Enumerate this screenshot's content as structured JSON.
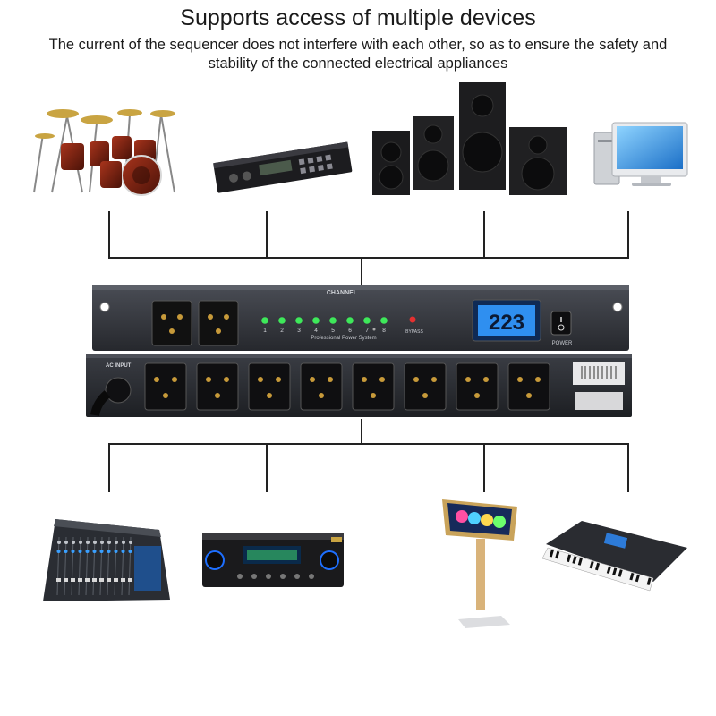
{
  "header": {
    "title": "Supports access of multiple devices",
    "subtitle": "The current of the sequencer does not interfere with each other, so as to ensure the safety and stability of the connected electrical appliances"
  },
  "sequencer": {
    "channel_label": "CHANNEL",
    "system_label": "Professional Power System",
    "channels": [
      "1",
      "2",
      "3",
      "4",
      "5",
      "6",
      "7",
      "8"
    ],
    "bypass_label": "BYPASS",
    "display_value": "223",
    "power_label": "POWER",
    "ac_input_label": "AC INPUT",
    "led_color": "#3ee85a",
    "bypass_led_color": "#e53030",
    "display_color": "#2f8ff0"
  },
  "devices": {
    "top": [
      "drum-kit",
      "rack-processor",
      "speaker-cabinets",
      "desktop-computer"
    ],
    "bottom": [
      "audio-mixer",
      "power-amplifier",
      "karaoke-touchscreen-stand",
      "electronic-keyboard"
    ]
  }
}
